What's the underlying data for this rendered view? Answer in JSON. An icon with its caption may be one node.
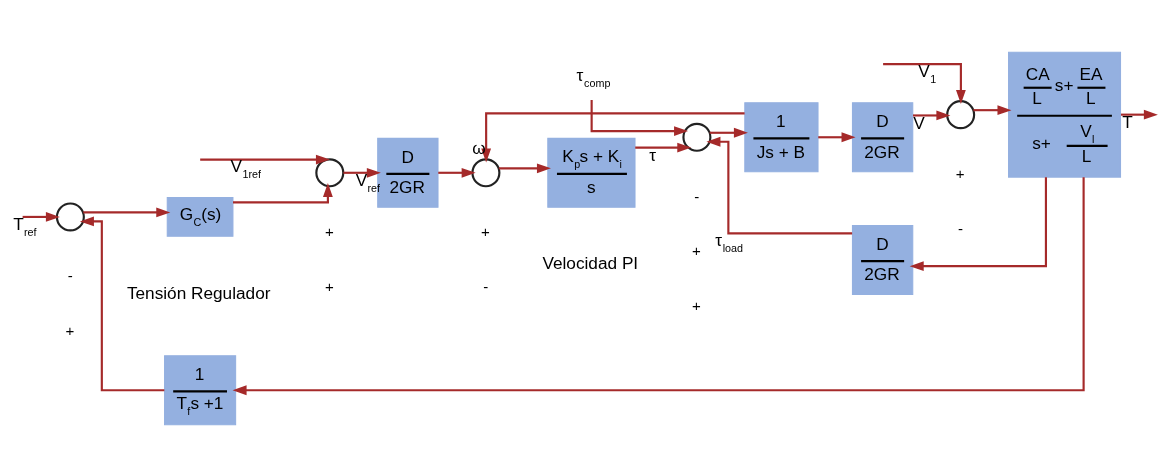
{
  "diagram": {
    "nodes": [
      {
        "text": [],
        "shape": "circle"
      },
      {
        "text": [
          "G$_{C}$(s)"
        ],
        "beside": [
          "Tensión Regulador"
        ]
      },
      {
        "text": [],
        "shape": "circle"
      },
      {
        "text": [
          "D",
          "2GR"
        ]
      },
      {
        "text": [],
        "shape": "circle"
      },
      {
        "text": [
          "K$_{p}$s + K$_{i}$",
          "s"
        ],
        "beside": [
          "Velocidad PI"
        ]
      },
      {
        "text": [],
        "shape": "circle"
      },
      {
        "text": [
          "1",
          "Js + B"
        ]
      },
      {
        "text": [
          "D",
          "2GR"
        ]
      },
      {
        "text": [],
        "shape": "circle"
      },
      {
        "text": [
          "CA",
          "L",
          "s+",
          "EA",
          "L",
          "s+",
          "V$_{l}$",
          "L"
        ]
      },
      {
        "text": [
          "D",
          "2GR"
        ]
      },
      {
        "text": [
          "1",
          "T$_{f}$s +1"
        ]
      }
    ],
    "edges": [
      {
        "from": null,
        "to": 0,
        "arrow": "to",
        "label": "T$_{ref}$"
      },
      {
        "from": 0,
        "to": 1,
        "arrow": "to"
      },
      {
        "from": 1,
        "to": 2,
        "arrow": "to"
      },
      {
        "from": null,
        "to": 2,
        "arrow": "to",
        "label": "V$_{1ref}$"
      },
      {
        "from": 2,
        "to": 3,
        "arrow": "to",
        "label": "V$_{ref}$"
      },
      {
        "from": 3,
        "to": 4,
        "arrow": "to"
      },
      {
        "from": 4,
        "to": 5,
        "arrow": "to"
      },
      {
        "from": 5,
        "to": 6,
        "arrow": "to",
        "label": "τ"
      },
      {
        "from": null,
        "to": 6,
        "arrow": "to",
        "label": "τ$_{comp}$"
      },
      {
        "from": 6,
        "to": 7,
        "arrow": "to"
      },
      {
        "from": 7,
        "to": 8,
        "arrow": "to"
      },
      {
        "from": 7,
        "to": 4,
        "arrow": "to",
        "label": "ω"
      },
      {
        "from": 8,
        "to": 9,
        "arrow": "to",
        "label": "V"
      },
      {
        "from": null,
        "to": 9,
        "arrow": "to",
        "label": "V$_{1}$"
      },
      {
        "from": 9,
        "to": 10,
        "arrow": "to"
      },
      {
        "from": 10,
        "to": null,
        "arrow": "to",
        "label": "T"
      },
      {
        "from": 10,
        "to": 11,
        "arrow": "to"
      },
      {
        "from": 11,
        "to": 6,
        "arrow": "to",
        "label": "τ$_{load}$"
      },
      {
        "from": 10,
        "to": 12,
        "arrow": "to"
      },
      {
        "from": 12,
        "to": 0,
        "arrow": "to"
      }
    ],
    "labels": [
      "+",
      "-",
      "-",
      "+",
      "+",
      "-",
      "+",
      "+",
      "+",
      "+",
      "-"
    ]
  }
}
